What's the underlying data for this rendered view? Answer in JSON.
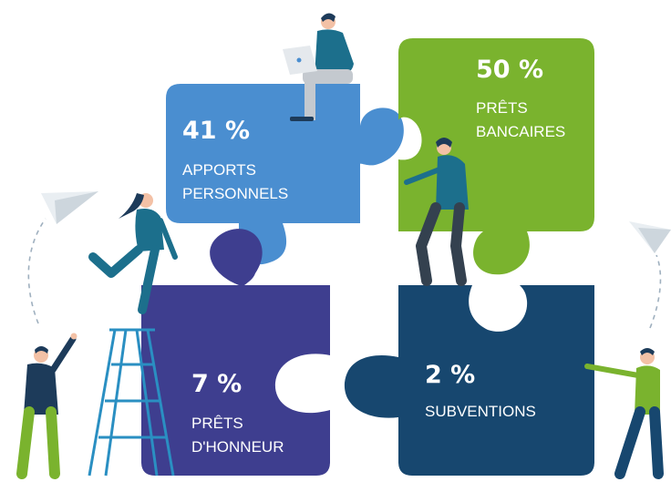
{
  "pieces": [
    {
      "id": "apports",
      "percent": "41 %",
      "label_lines": [
        "APPORTS",
        "PERSONNELS"
      ],
      "color": "#4a8ed0"
    },
    {
      "id": "prets-bancaires",
      "percent": "50 %",
      "label_lines": [
        "PRÊTS",
        "BANCAIRES"
      ],
      "color": "#7ab32e"
    },
    {
      "id": "prets-honneur",
      "percent": "7 %",
      "label_lines": [
        "PRÊTS",
        "D'HONNEUR"
      ],
      "color": "#3e3e8f"
    },
    {
      "id": "subventions",
      "percent": "2 %",
      "label_lines": [
        "SUBVENTIONS"
      ],
      "color": "#17476f"
    }
  ],
  "colors": {
    "figure_dark": "#1d3b5a",
    "figure_teal": "#1c6f8c",
    "figure_green": "#7ab32e",
    "skin": "#f3c1a6",
    "ladder": "#2a8fc2",
    "plane": "#d6dde3",
    "dashes": "#9fb0bf"
  }
}
